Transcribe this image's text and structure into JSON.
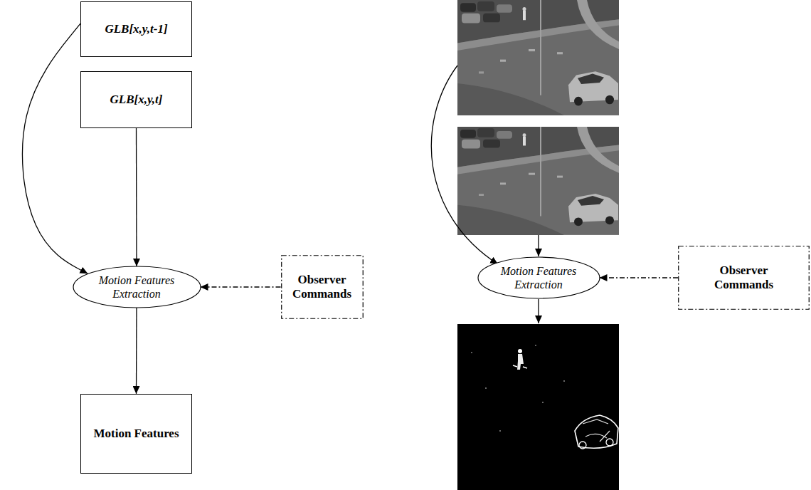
{
  "diagram": {
    "nodes": [
      {
        "text": [
          "GLB[x,y,t-1]"
        ]
      },
      {
        "text": [
          "GLB[x,y,t]"
        ]
      },
      {
        "text": [
          "Motion Features Extraction"
        ]
      },
      {
        "text": [
          "Observer Commands"
        ]
      },
      {
        "text": [
          "Motion Features"
        ]
      },
      {
        "text": [
          "Motion Features Extraction"
        ]
      },
      {
        "text": [
          "Observer Commands"
        ]
      }
    ],
    "edges": [
      {
        "from": 0,
        "to": 2,
        "arrow": "to"
      },
      {
        "from": 1,
        "to": 2,
        "arrow": "to"
      },
      {
        "from": 3,
        "to": 2,
        "arrow": "to"
      },
      {
        "from": 2,
        "to": 4,
        "arrow": "to"
      },
      {
        "from": 6,
        "to": 5,
        "arrow": "to"
      }
    ]
  }
}
